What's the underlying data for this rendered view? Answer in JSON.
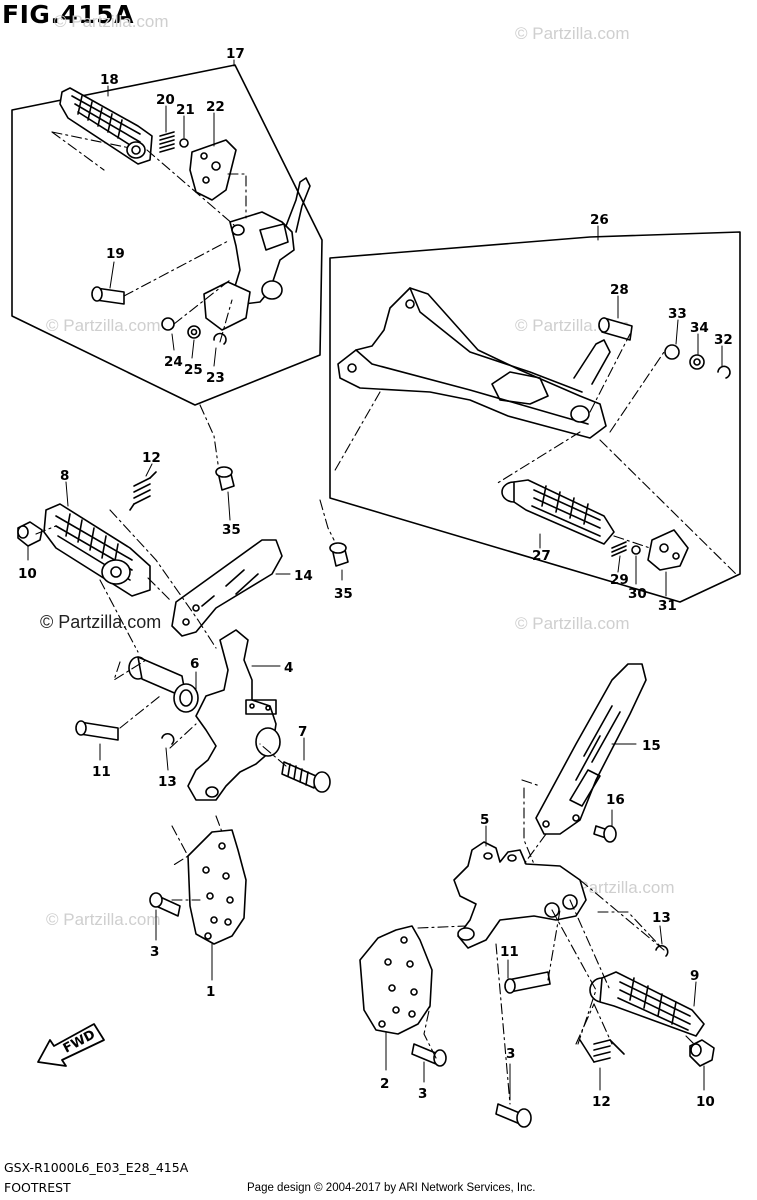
{
  "figure": {
    "title": "FIG.415A",
    "code": "GSX-R1000L6_E03_E28_415A",
    "subtitle": "FOOTREST",
    "credit": "Page design © 2004-2017 by ARI Network Services, Inc."
  },
  "watermark": "© Partzilla.com",
  "fwd_label": "FWD",
  "callouts": {
    "c1": "1",
    "c2": "2",
    "c3a": "3",
    "c3b": "3",
    "c3c": "3",
    "c4": "4",
    "c5": "5",
    "c6": "6",
    "c7": "7",
    "c8": "8",
    "c9": "9",
    "c10a": "10",
    "c10b": "10",
    "c11a": "11",
    "c11b": "11",
    "c12a": "12",
    "c12b": "12",
    "c13a": "13",
    "c13b": "13",
    "c14": "14",
    "c15": "15",
    "c16": "16",
    "c17": "17",
    "c18": "18",
    "c19": "19",
    "c20": "20",
    "c21": "21",
    "c22": "22",
    "c23": "23",
    "c24": "24",
    "c25": "25",
    "c26": "26",
    "c27": "27",
    "c28": "28",
    "c29": "29",
    "c30": "30",
    "c31": "31",
    "c32": "32",
    "c33": "33",
    "c34": "34",
    "c35a": "35",
    "c35b": "35"
  }
}
